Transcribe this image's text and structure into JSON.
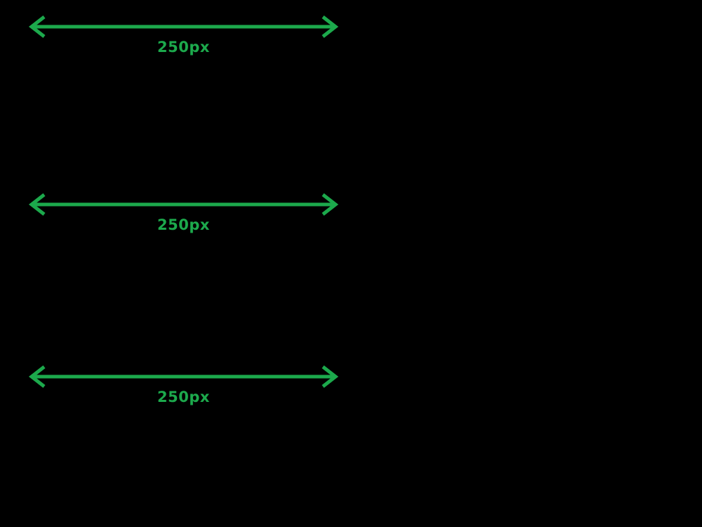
{
  "canvas": {
    "background": "#000000",
    "accent": "#1CA94C"
  },
  "measurements": [
    {
      "label": "250px"
    },
    {
      "label": "250px"
    },
    {
      "label": "250px"
    }
  ]
}
